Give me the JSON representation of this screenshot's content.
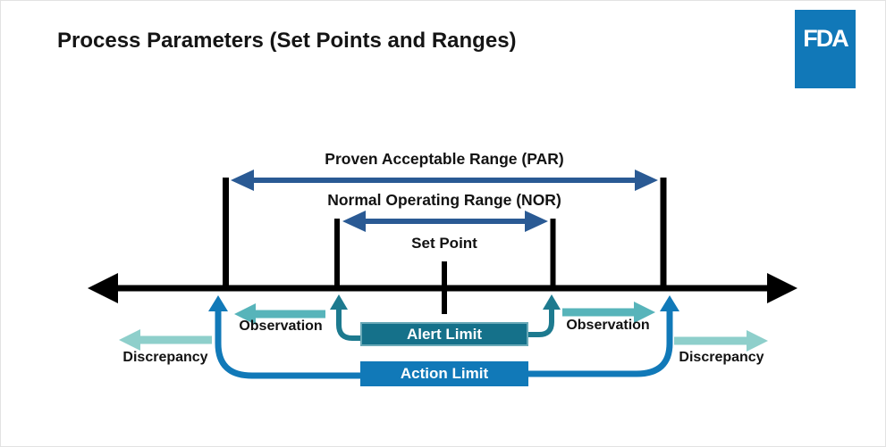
{
  "header": {
    "title": "Process Parameters (Set Points and Ranges)",
    "logo_text": "FDA"
  },
  "diagram": {
    "par_label": "Proven Acceptable Range (PAR)",
    "nor_label": "Normal Operating Range (NOR)",
    "set_point_label": "Set Point",
    "alert_limit_label": "Alert Limit",
    "action_limit_label": "Action Limit",
    "observation_label": "Observation",
    "discrepancy_label": "Discrepancy"
  },
  "colors": {
    "axis_black": "#000000",
    "range_arrow_navy": "#2a5a94",
    "alert_box_teal": "#15718a",
    "alert_hook_teal": "#1d7a8f",
    "action_blue": "#1179b8",
    "observation_teal": "#57b4ba",
    "discrepancy_teal": "#8ecfcb",
    "fda_blue": "#1178b8"
  }
}
